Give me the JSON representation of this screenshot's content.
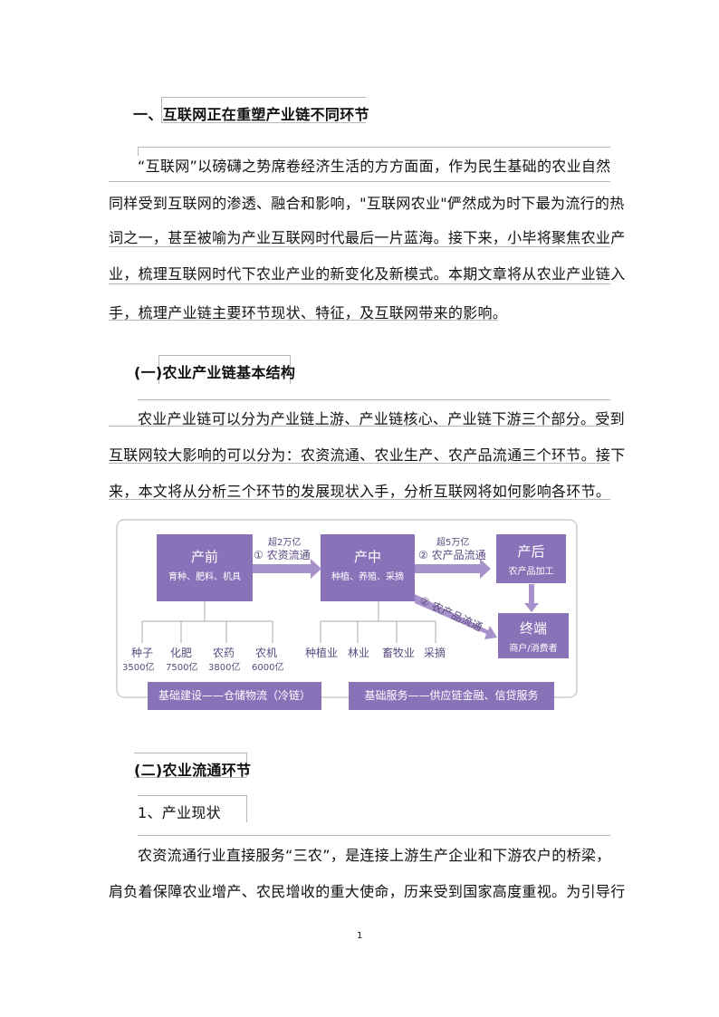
{
  "section1": {
    "heading": "一、互联网正在重塑产业链不同环节",
    "paragraph": [
      "“互联网”以磅礴之势席卷经济生活的方方面面，作为民生基础的农业自然",
      "同样受到互联网的渗透、融合和影响，\"互联网农业\"俨然成为时下最为流行的热",
      "词之一，甚至被喻为产业互联网时代最后一片蓝海。接下来，小毕将聚焦农业产",
      "业，梳理互联网时代下农业产业的新变化及新模式。本期文章将从农业产业链入",
      "手，梳理产业链主要环节现状、特征，及互联网带来的影响。"
    ]
  },
  "section2": {
    "heading": "(一)农业产业链基本结构",
    "paragraph": [
      "农业产业链可以分为产业链上游、产业链核心、产业链下游三个部分。受到",
      "互联网较大影响的可以分为：农资流通、农业生产、农产品流通三个环节。接下",
      "来，本文将从分析三个环节的发展现状入手，分析互联网将如何影响各环节。"
    ]
  },
  "diagram": {
    "pre": {
      "title": "产前",
      "sub": "育种、肥料、机具"
    },
    "mid": {
      "title": "产中",
      "sub": "种植、养殖、采摘"
    },
    "post": {
      "title": "产后",
      "sub": "农产品加工"
    },
    "end": {
      "title": "终端",
      "sub": "商户/消费者"
    },
    "arrow1": {
      "value": "超2万亿",
      "label": "① 农资流通"
    },
    "arrow2": {
      "value": "超5万亿",
      "label": "② 农产品流通"
    },
    "arrow3": {
      "label": "② 农产品流通"
    },
    "pre_items": [
      {
        "name": "种子",
        "value": "3500亿"
      },
      {
        "name": "化肥",
        "value": "7500亿"
      },
      {
        "name": "农药",
        "value": "3800亿"
      },
      {
        "name": "农机",
        "value": "6000亿"
      }
    ],
    "mid_items": [
      "种植业",
      "林业",
      "畜牧业",
      "采摘"
    ],
    "bar_left": "基础建设——仓储物流（冷链）",
    "bar_right": "基础服务——供应链金融、信贷服务",
    "color": "#8a72b8"
  },
  "section3": {
    "heading": "(二)农业流通环节",
    "subheading": "1、产业现状",
    "paragraph": [
      "农资流通行业直接服务“三农”，是连接上游生产企业和下游农户的桥梁，",
      "肩负着保障农业增产、农民增收的重大使命，历来受到国家高度重视。为引导行"
    ]
  },
  "page_number": "1"
}
